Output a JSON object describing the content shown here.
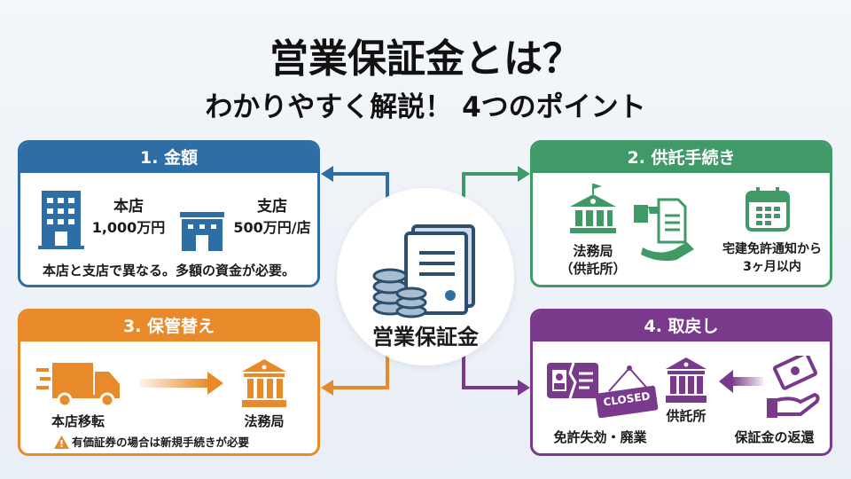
{
  "title": "営業保証金とは？",
  "subtitle": "わかりやすく解説！ 4つのポイント",
  "center": {
    "label": "営業保証金"
  },
  "colors": {
    "blue": "#2f6ea5",
    "green": "#3f9a68",
    "orange": "#e8892a",
    "purple": "#7a3a8c"
  },
  "amount": {
    "title": "1. 金額",
    "head_label": "本店",
    "head_value": "1,000万円",
    "branch_label": "支店",
    "branch_value": "500万円/店",
    "note": "本店と支店で異なる。多額の資金が必要。"
  },
  "deposit": {
    "title": "2. 供託手続き",
    "office_line1": "法務局",
    "office_line2": "（供託所）",
    "deadline_line1": "宅建免許通知から",
    "deadline_line2": "3ヶ月以内"
  },
  "transfer": {
    "title": "3. 保管替え",
    "from": "本店移転",
    "to": "法務局",
    "warning": "有価証券の場合は新規手続きが必要"
  },
  "refund": {
    "title": "4. 取戻し",
    "cause": "免許失効・廃業",
    "sign": "CLOSED",
    "office": "供託所",
    "return": "保証金の返還"
  }
}
